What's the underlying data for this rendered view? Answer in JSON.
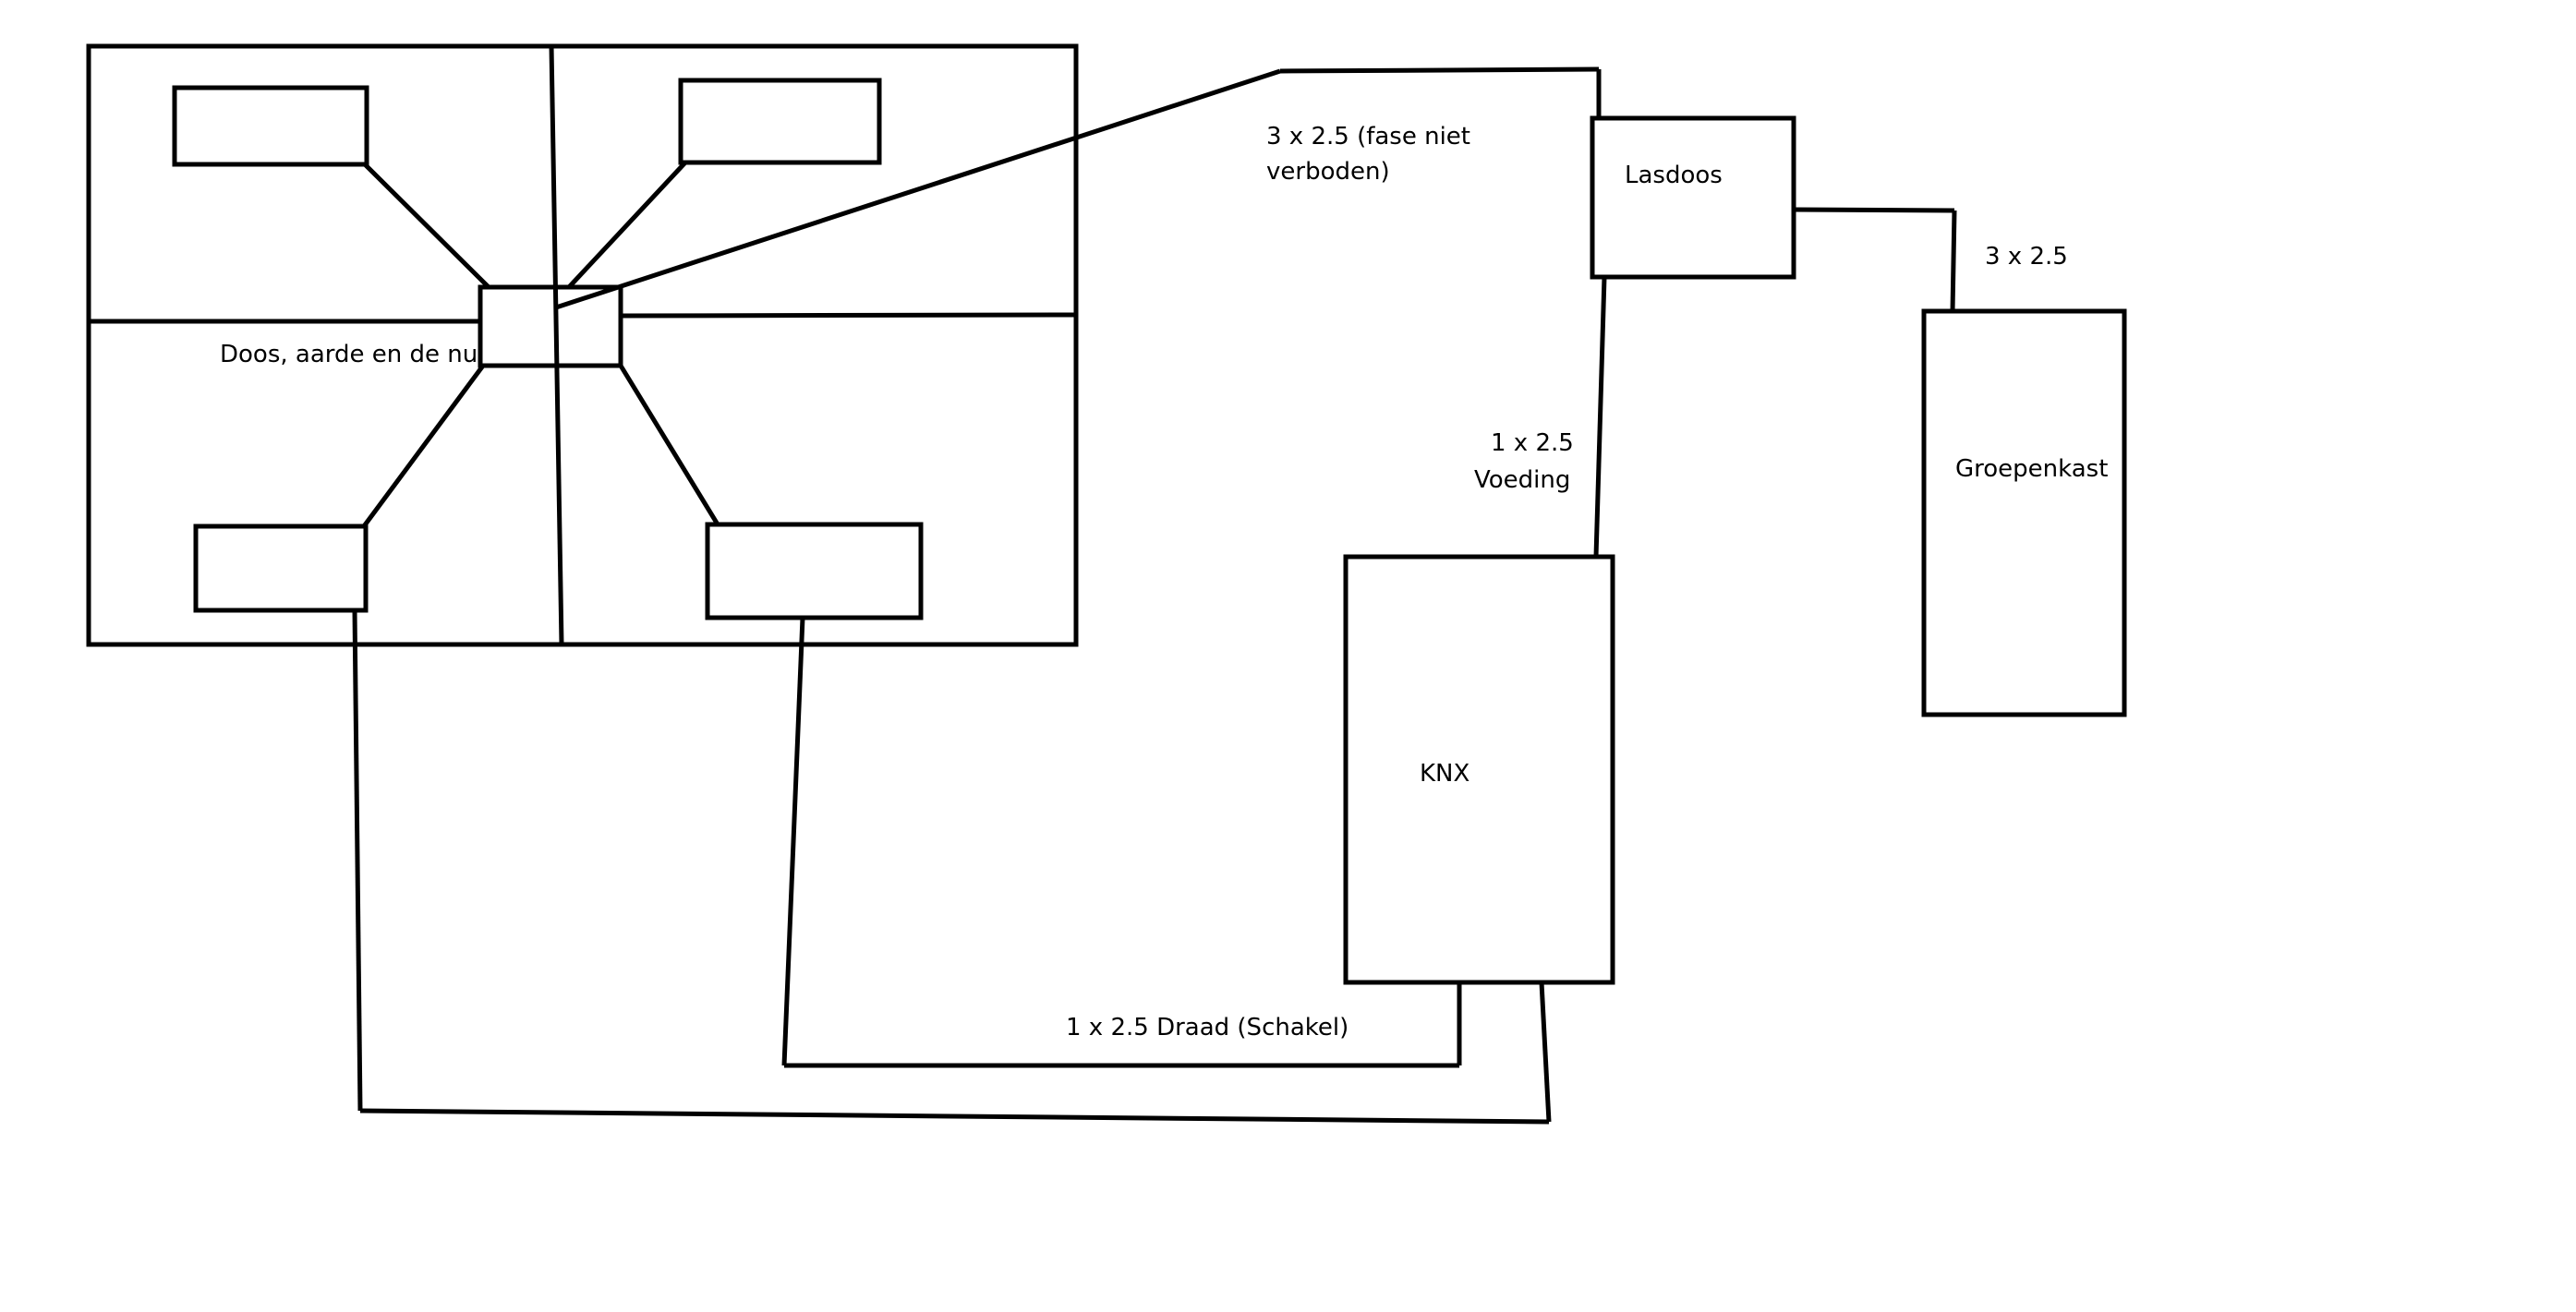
{
  "labels": {
    "doos": "Doos, aarde en de nul",
    "cable_main_line1": "3 x 2.5 (fase niet",
    "cable_main_line2": "verboden)",
    "lasdoos": "Lasdoos",
    "cable_groepenkast": "3 x 2.5",
    "voeding_line1": "1 x 2.5",
    "voeding_line2": "Voeding",
    "groepenkast": "Groepenkast",
    "knx": "KNX",
    "draad": "1 x 2.5 Draad (Schakel)"
  },
  "colors": {
    "stroke": "#000000",
    "background": "#ffffff"
  }
}
